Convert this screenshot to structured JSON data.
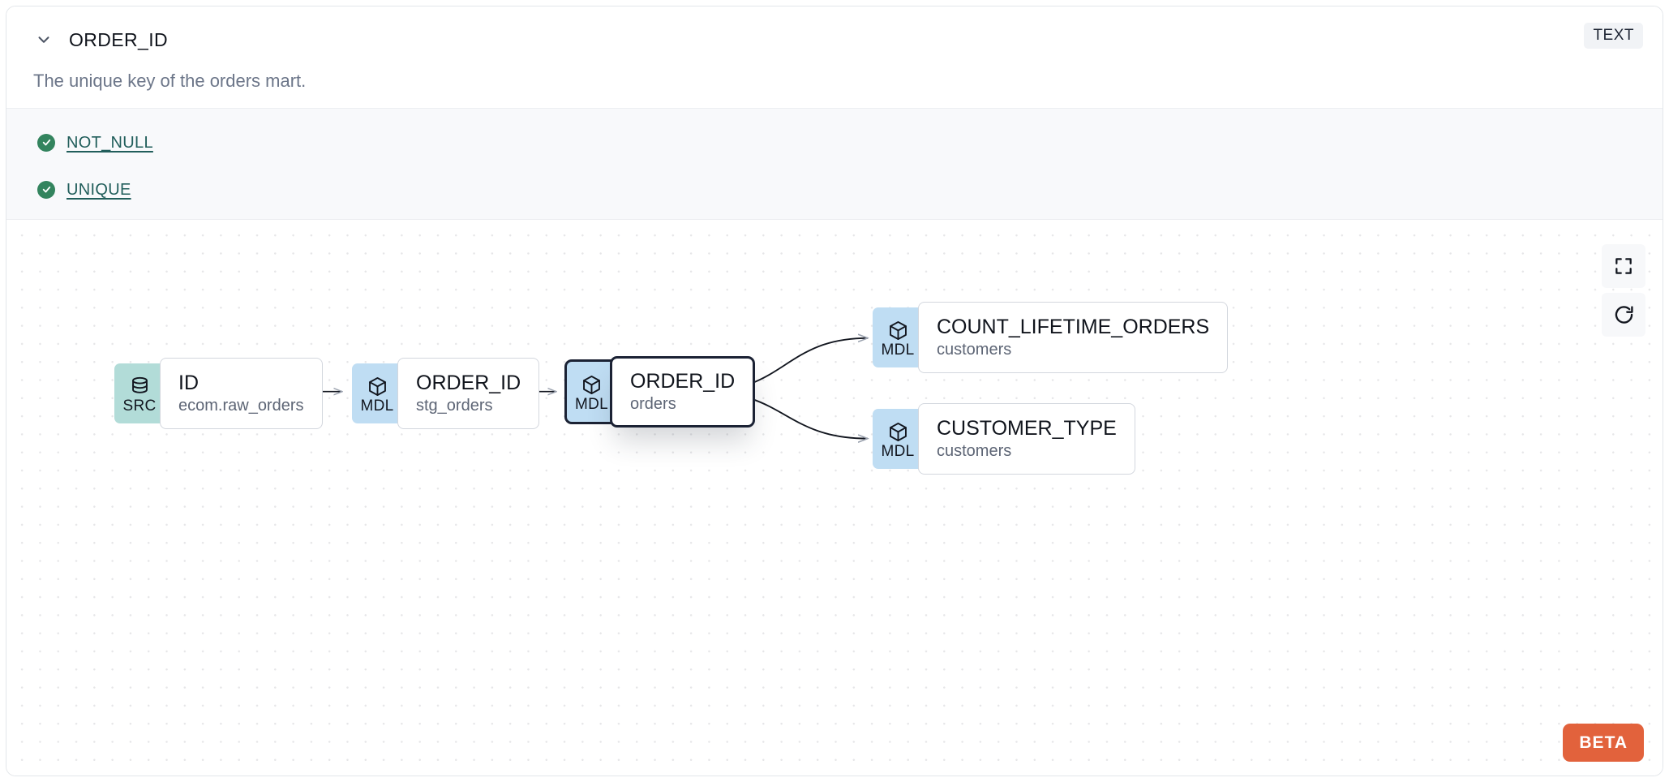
{
  "header": {
    "collapse_icon": "chevron-down-icon",
    "column_name": "ORDER_ID",
    "type_badge": "TEXT",
    "description": "The unique key of the orders mart."
  },
  "tests": [
    {
      "icon": "check-circle-icon",
      "label": "NOT_NULL",
      "status": "passed"
    },
    {
      "icon": "check-circle-icon",
      "label": "UNIQUE",
      "status": "passed"
    }
  ],
  "lineage": {
    "nodes": [
      {
        "id": "src-id",
        "badge": "SRC",
        "badge_icon": "database-icon",
        "name": "ID",
        "subtitle": "ecom.raw_orders",
        "selected": false
      },
      {
        "id": "mdl-stg-orders",
        "badge": "MDL",
        "badge_icon": "cube-icon",
        "name": "ORDER_ID",
        "subtitle": "stg_orders",
        "selected": false
      },
      {
        "id": "mdl-orders",
        "badge": "MDL",
        "badge_icon": "cube-icon",
        "name": "ORDER_ID",
        "subtitle": "orders",
        "selected": true
      },
      {
        "id": "mdl-count-lifetime",
        "badge": "MDL",
        "badge_icon": "cube-icon",
        "name": "COUNT_LIFETIME_ORDERS",
        "subtitle": "customers",
        "selected": false
      },
      {
        "id": "mdl-customer-type",
        "badge": "MDL",
        "badge_icon": "cube-icon",
        "name": "CUSTOMER_TYPE",
        "subtitle": "customers",
        "selected": false
      }
    ],
    "edges": [
      {
        "from": "src-id",
        "to": "mdl-stg-orders",
        "shape": "straight"
      },
      {
        "from": "mdl-stg-orders",
        "to": "mdl-orders",
        "shape": "straight"
      },
      {
        "from": "mdl-orders",
        "to": "mdl-count-lifetime",
        "shape": "bezier"
      },
      {
        "from": "mdl-orders",
        "to": "mdl-customer-type",
        "shape": "bezier"
      }
    ],
    "controls": [
      {
        "name": "fit-view-button",
        "icon": "fullscreen-icon"
      },
      {
        "name": "reset-button",
        "icon": "refresh-icon"
      }
    ],
    "beta_label": "BETA"
  },
  "colors": {
    "src_badge": "#B2DCD8",
    "mdl_badge": "#BFDDF3",
    "beta_orange": "#E2623C",
    "test_pass_green": "#33845E",
    "test_link": "#215E5B",
    "selected_border": "#1B2234"
  }
}
